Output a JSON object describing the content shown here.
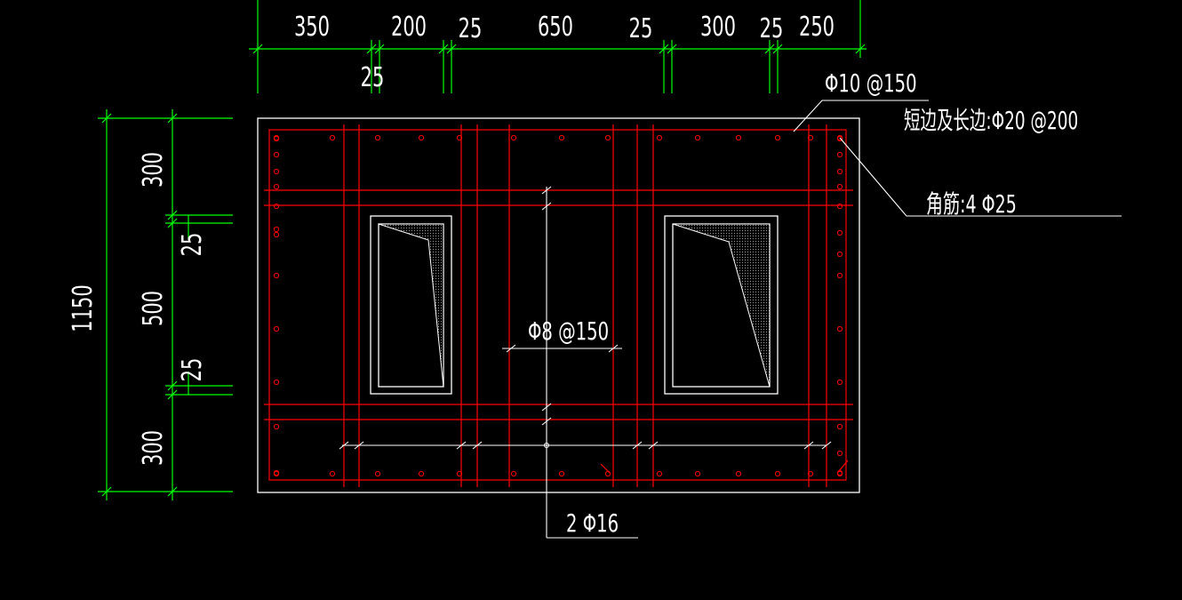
{
  "dimensions": {
    "top_upper": [
      "350",
      "200",
      "25",
      "650",
      "25",
      "300",
      "25",
      "250"
    ],
    "top_lower": "25",
    "left_total": "1150",
    "left_segments": [
      "300",
      "25",
      "500",
      "25",
      "300"
    ]
  },
  "callouts": {
    "stirrup": "Φ10 @150",
    "side_bars": "短边及长边:Φ20 @200",
    "corner_bars": "角筋:4 Φ25",
    "tie": "Φ8 @150",
    "bottom_bars": "2 Φ16"
  },
  "colors": {
    "background": "#000000",
    "dimension": "#00ff00",
    "rebar": "#ff0000",
    "outline": "#ffffff",
    "text": "#ffffff"
  }
}
